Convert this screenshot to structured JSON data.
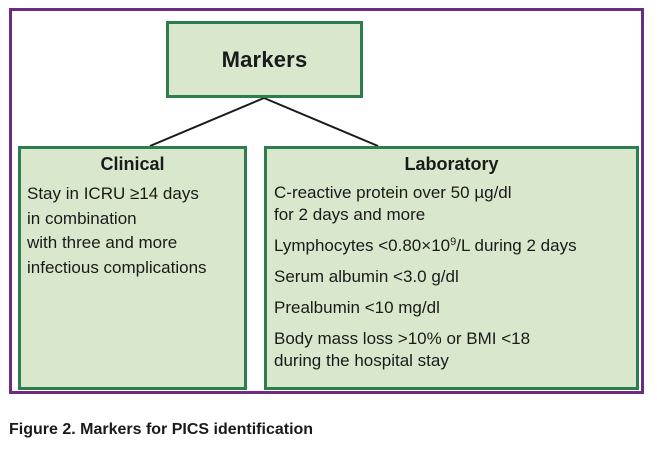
{
  "colors": {
    "frame_border": "#6b2c83",
    "box_fill": "#d9e8cc",
    "box_border": "#2d7d4e",
    "connector": "#1a1a1a"
  },
  "root": {
    "title": "Markers"
  },
  "clinical": {
    "title": "Clinical",
    "lines": [
      "Stay in ICRU ≥14 days",
      "in combination",
      "with three and more",
      "infectious complications"
    ]
  },
  "laboratory": {
    "title": "Laboratory",
    "crp": {
      "line1": "C-reactive protein over 50 µg/dl",
      "line2": "for 2 days and more"
    },
    "lymphocytes": {
      "before": "Lymphocytes <0.80×10",
      "exponent": "9",
      "after": "/L during 2 days"
    },
    "albumin": "Serum albumin <3.0 g/dl",
    "prealbumin": "Prealbumin <10 mg/dl",
    "body_mass": {
      "line1": "Body mass loss >10% or BMI <18",
      "line2": "during the hospital stay"
    }
  },
  "caption": "Figure 2. Markers for PICS identification"
}
